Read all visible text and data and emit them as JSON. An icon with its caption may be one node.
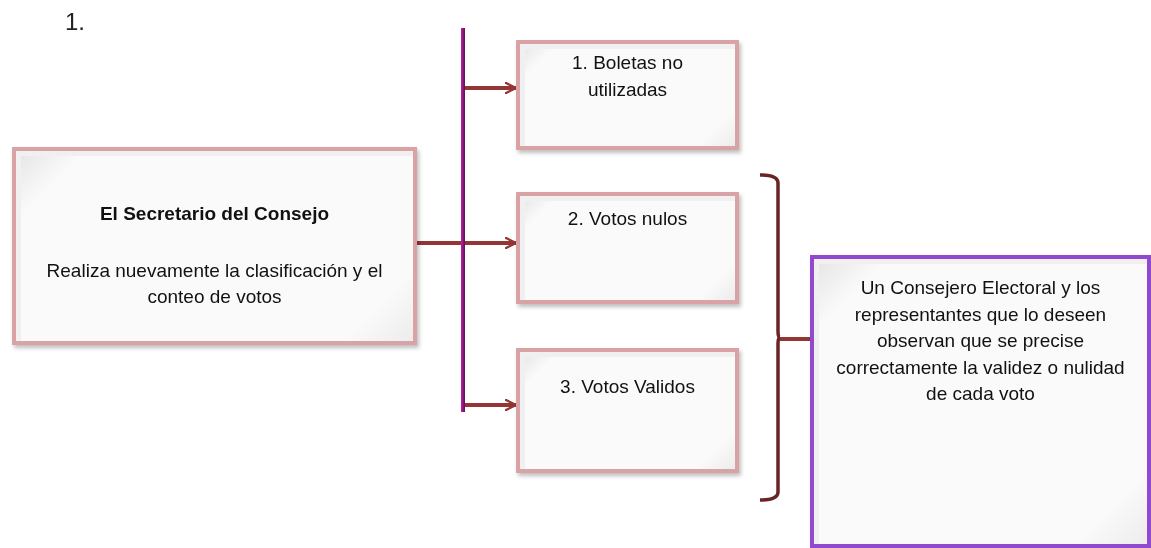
{
  "diagram": {
    "nodes": [
      {
        "text": [
          "El Secretario del Consejo",
          "Realiza nuevamente la clasificación y el conteo de votos"
        ]
      },
      {
        "text": [],
        "shape": "bar"
      },
      {
        "text": [
          "1. Boletas no utilizadas"
        ]
      },
      {
        "text": [
          "2. Votos nulos"
        ]
      },
      {
        "text": [
          "3. Votos Validos"
        ]
      },
      {
        "text": [],
        "shape": "bracket"
      },
      {
        "text": [
          "Un Consejero Electoral y los representantes que lo deseen observan que se precise correctamente la validez o nulidad de cada voto"
        ]
      }
    ],
    "edges": [
      {
        "from": 0,
        "to": 1,
        "arrow": "none"
      },
      {
        "from": 1,
        "to": 2,
        "arrow": "to"
      },
      {
        "from": 1,
        "to": 3,
        "arrow": "to"
      },
      {
        "from": 1,
        "to": 4,
        "arrow": "to"
      },
      {
        "from": 5,
        "to": 6,
        "arrow": "none"
      }
    ],
    "labels": [
      "1."
    ]
  }
}
